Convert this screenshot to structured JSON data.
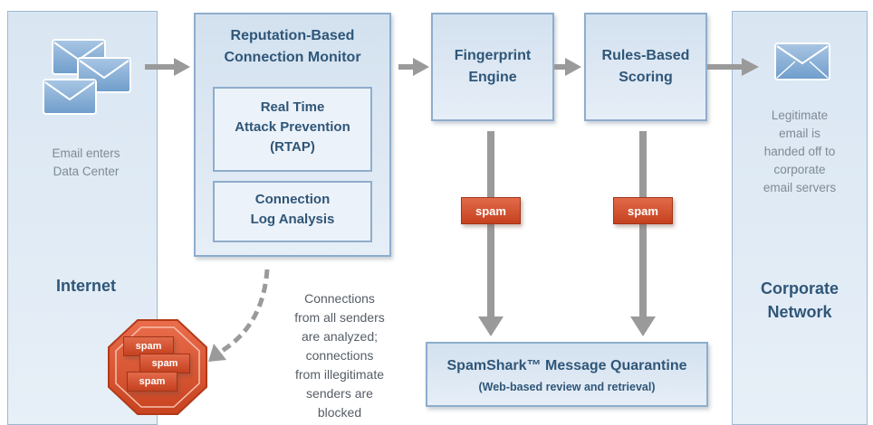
{
  "internet": {
    "title": "Internet",
    "caption": "Email enters\nData Center"
  },
  "connection_monitor": {
    "title": "Reputation-Based\nConnection Monitor",
    "rtap": "Real Time\nAttack Prevention\n(RTAP)",
    "log_analysis": "Connection\nLog Analysis"
  },
  "fingerprint_engine": {
    "title": "Fingerprint\nEngine"
  },
  "rules_scoring": {
    "title": "Rules-Based\nScoring"
  },
  "corporate": {
    "title": "Corporate\nNetwork",
    "caption": "Legitimate\nemail is\nhanded off to\ncorporate\nemail servers"
  },
  "spam_tag_label": "spam",
  "blocked": {
    "tags": [
      "spam",
      "spam",
      "spam"
    ],
    "note": "Connections\nfrom all senders\nare analyzed;\nconnections\nfrom illegitimate\nsenders are\nblocked"
  },
  "quarantine": {
    "title": "SpamShark™ Message Quarantine",
    "subtitle": "(Web-based review and retrieval)"
  },
  "colors": {
    "panel": "#dce8f3",
    "border": "#8eadcc",
    "text": "#2f5678",
    "arrow": "#9a9a9a",
    "spam": "#d4542f"
  }
}
